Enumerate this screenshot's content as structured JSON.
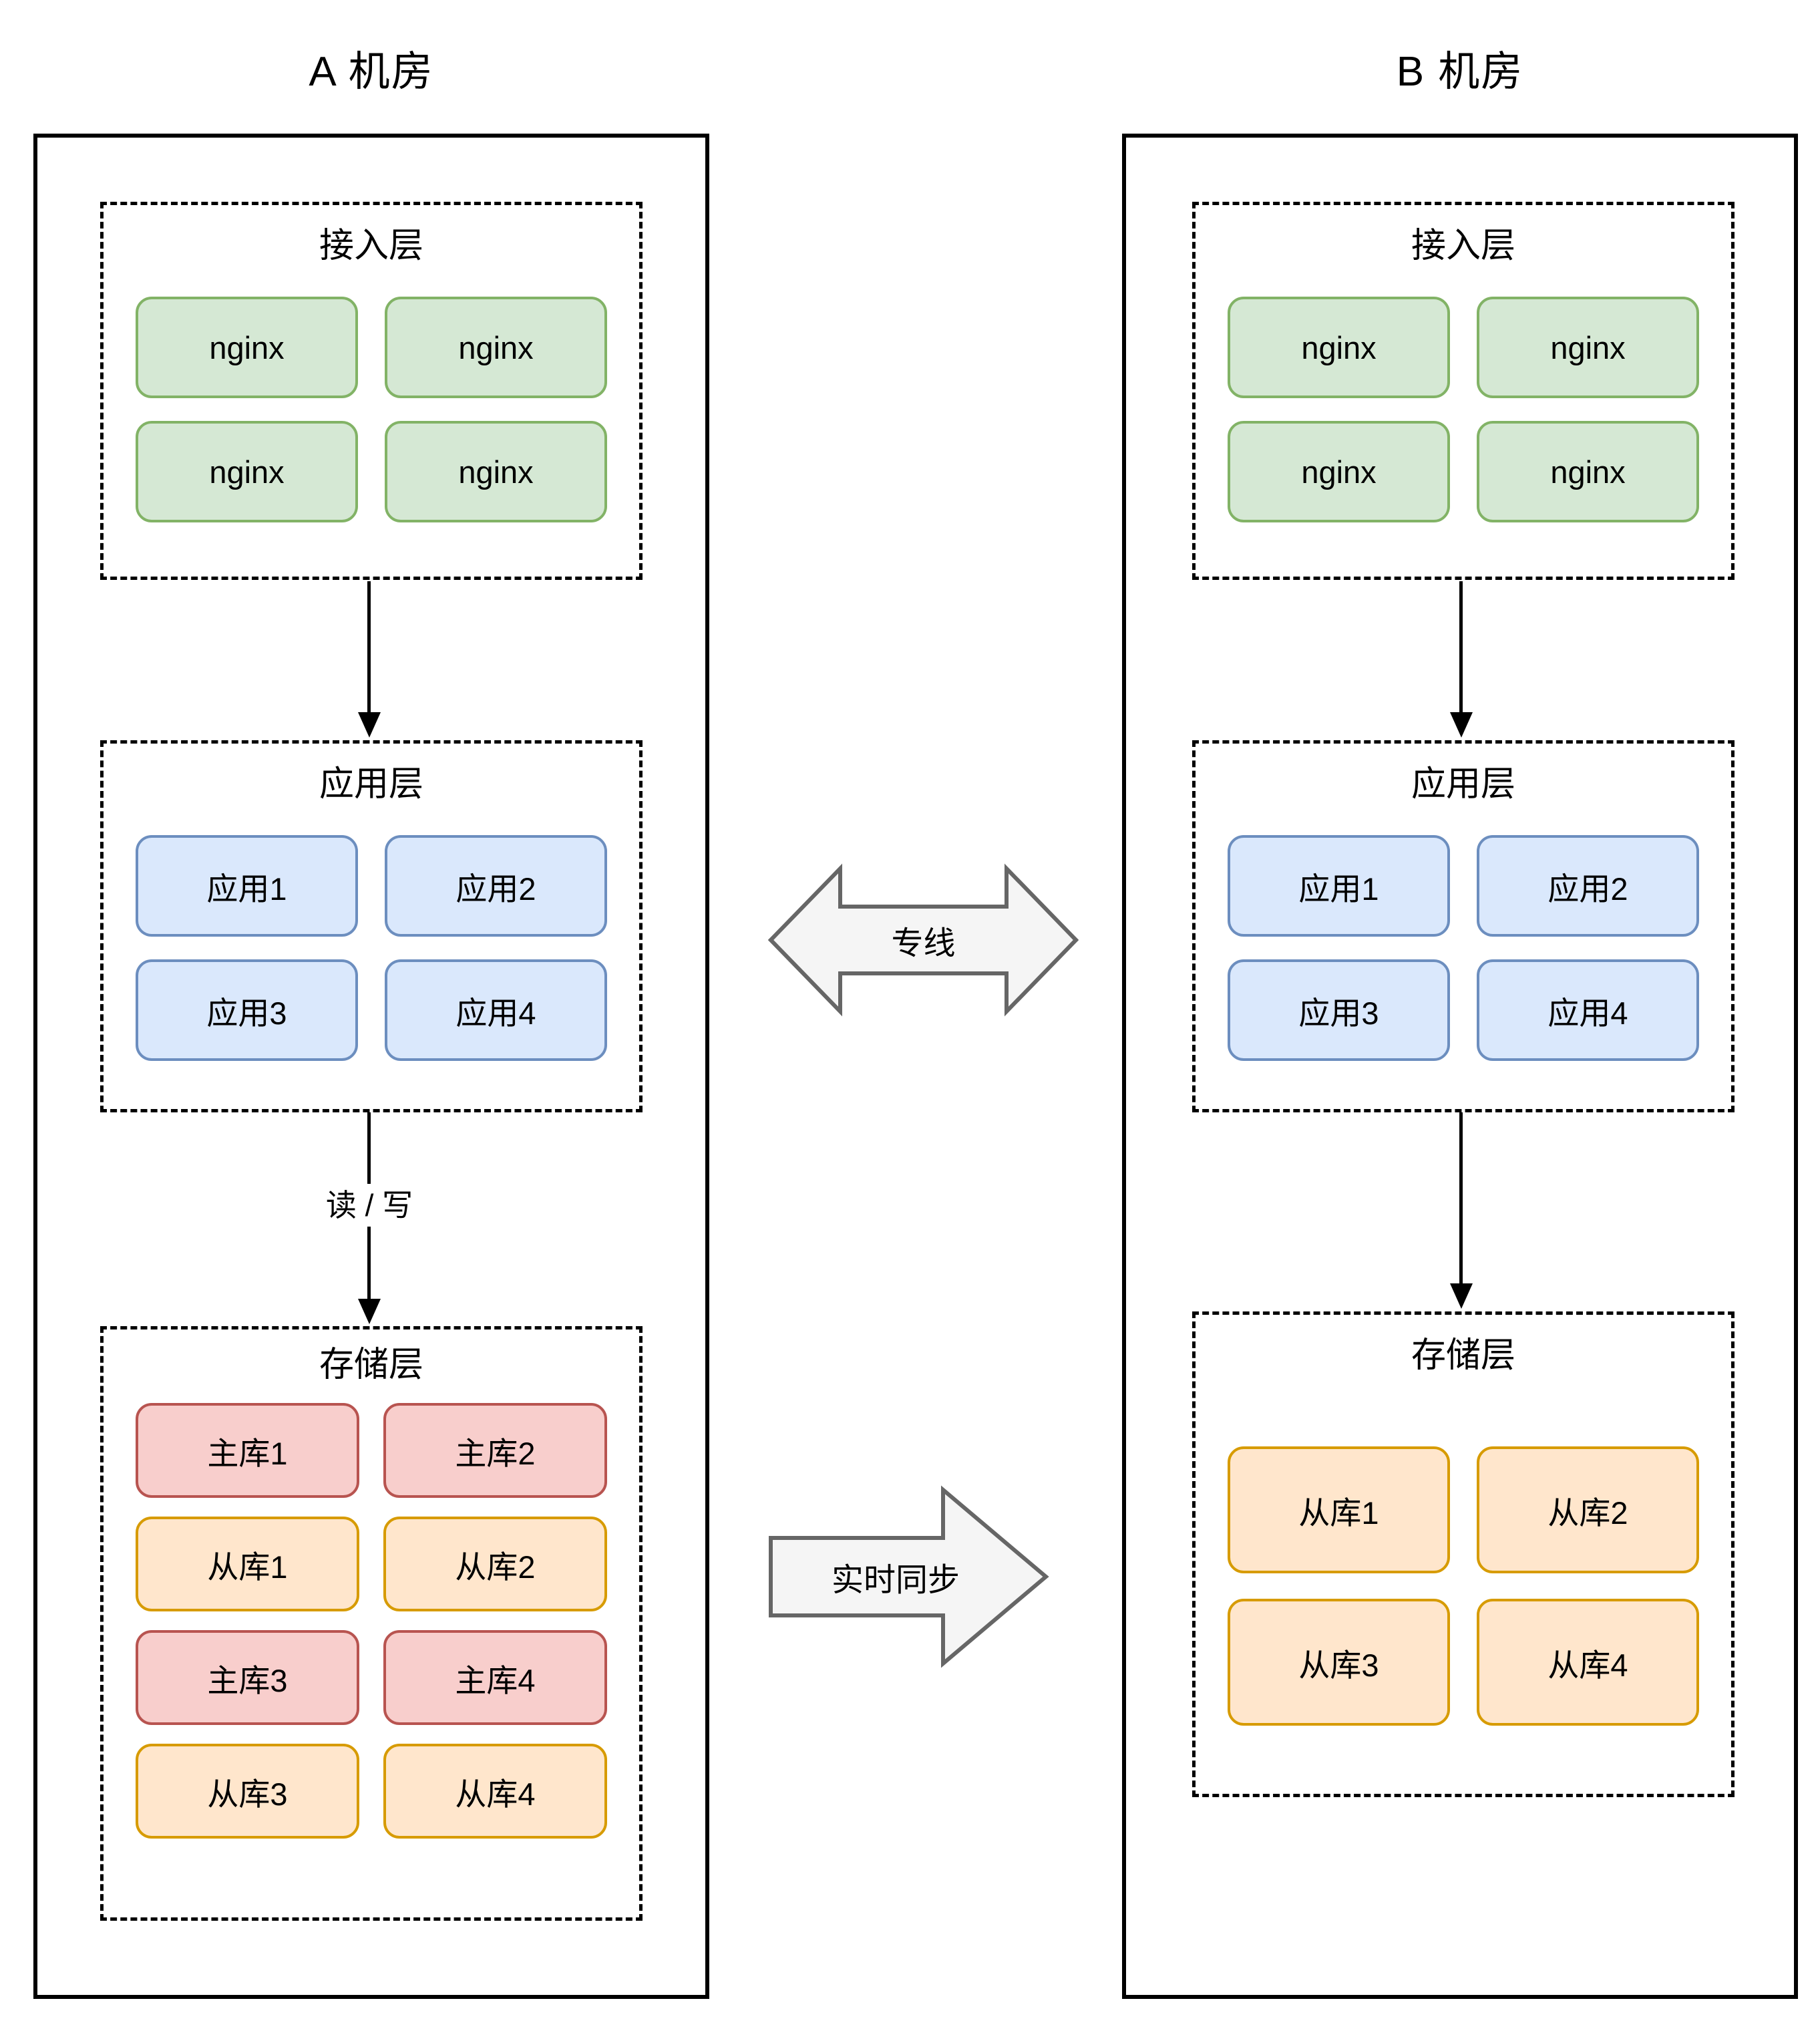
{
  "colors": {
    "green_fill": "#d5e8d4",
    "green_border": "#82b366",
    "blue_fill": "#dae8fc",
    "blue_border": "#6c8ebf",
    "red_fill": "#f8cecc",
    "red_border": "#b85450",
    "orange_fill": "#ffe6cc",
    "orange_border": "#d79b00",
    "arrow_fill": "#f5f5f5",
    "arrow_border": "#666666",
    "line_color": "#000000"
  },
  "datacenter_a": {
    "title": "A 机房",
    "access_layer": {
      "title": "接入层",
      "nodes": [
        "nginx",
        "nginx",
        "nginx",
        "nginx"
      ]
    },
    "app_layer": {
      "title": "应用层",
      "nodes": [
        "应用1",
        "应用2",
        "应用3",
        "应用4"
      ]
    },
    "storage_layer": {
      "title": "存储层",
      "nodes": [
        "主库1",
        "主库2",
        "从库1",
        "从库2",
        "主库3",
        "主库4",
        "从库3",
        "从库4"
      ]
    },
    "read_write_label": "读 / 写"
  },
  "datacenter_b": {
    "title": "B 机房",
    "access_layer": {
      "title": "接入层",
      "nodes": [
        "nginx",
        "nginx",
        "nginx",
        "nginx"
      ]
    },
    "app_layer": {
      "title": "应用层",
      "nodes": [
        "应用1",
        "应用2",
        "应用3",
        "应用4"
      ]
    },
    "storage_layer": {
      "title": "存储层",
      "nodes": [
        "从库1",
        "从库2",
        "从库3",
        "从库4"
      ]
    }
  },
  "connections": {
    "dedicated_line_label": "专线",
    "realtime_sync_label": "实时同步"
  }
}
